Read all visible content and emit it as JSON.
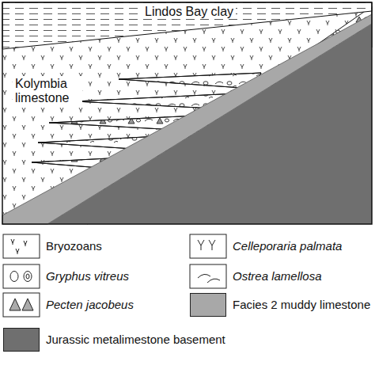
{
  "diagram": {
    "labels": [
      "Lindos Bay clay",
      "Kolymbia limestone"
    ],
    "legend": [
      {
        "text": "Bryozoans"
      },
      {
        "text": "Gryphus vitreus"
      },
      {
        "text": "Pecten jacobeus"
      },
      {
        "text": "Celleporaria palmata"
      },
      {
        "text": "Ostrea lamellosa"
      },
      {
        "text": "Facies 2 muddy limestone",
        "color": "#a8a8a8"
      },
      {
        "text": "Jurassic metalimestone basement",
        "color": "#6f6f6f"
      }
    ]
  }
}
